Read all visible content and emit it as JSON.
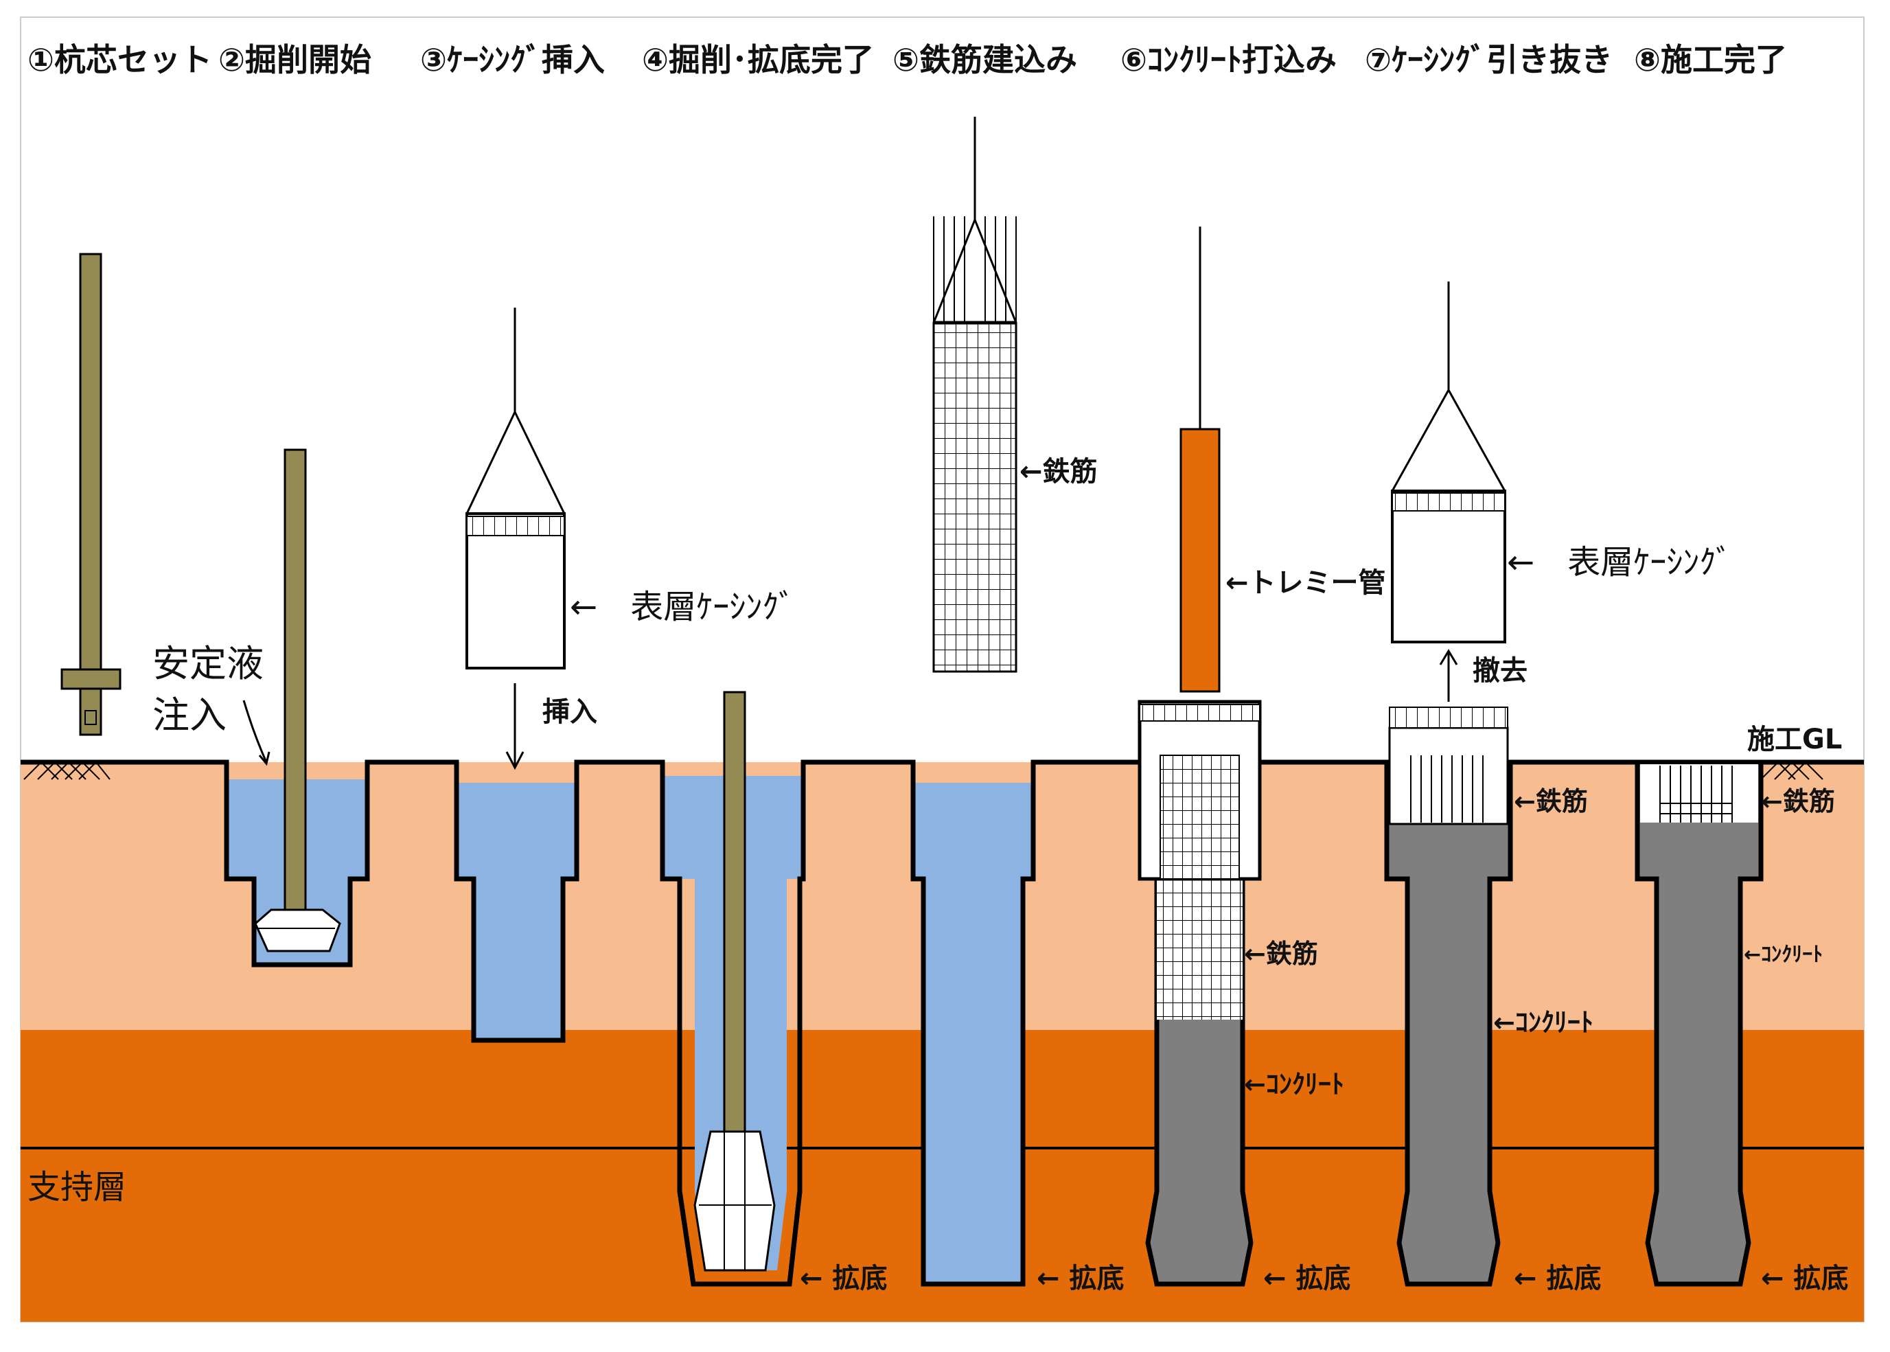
{
  "steps": [
    "①杭芯セット",
    "②掘削開始",
    "③ｹｰｼﾝｸﾞ挿入",
    "④掘削･拡底完了",
    "⑤鉄筋建込み",
    "⑥ｺﾝｸﾘｰﾄ打込み",
    "⑦ｹｰｼﾝｸﾞ引き抜き",
    "⑧施工完了"
  ],
  "labels": {
    "stabilizer_line1": "安定液",
    "stabilizer_line2": "注入",
    "insert": "挿入",
    "surface_casing": "←　表層ｹｰｼﾝｸﾞ",
    "rebar_cage": "←鉄筋",
    "tremie": "←トレミー管",
    "surface_casing_2": "←　表層ｹｰｼﾝｸﾞ",
    "removal": "撤去",
    "construction_gl": "施工GL",
    "rebar_6": "←鉄筋",
    "concrete_6": "←ｺﾝｸﾘｰﾄ",
    "rebar_7": "←鉄筋",
    "concrete_7": "←ｺﾝｸﾘｰﾄ",
    "rebar_8": "←鉄筋",
    "concrete_8": "←ｺﾝｸﾘｰﾄ",
    "bearing_layer": "支持層",
    "enlarged_base": "← 拡底"
  },
  "colors": {
    "soil": "#f7bd91",
    "bearing": "#e36c09",
    "liquid": "#8db3e2",
    "concrete": "#7f7f7f",
    "kelly_bar": "#948a54",
    "tremie_pipe": "#e36c09",
    "outline": "#000000"
  }
}
